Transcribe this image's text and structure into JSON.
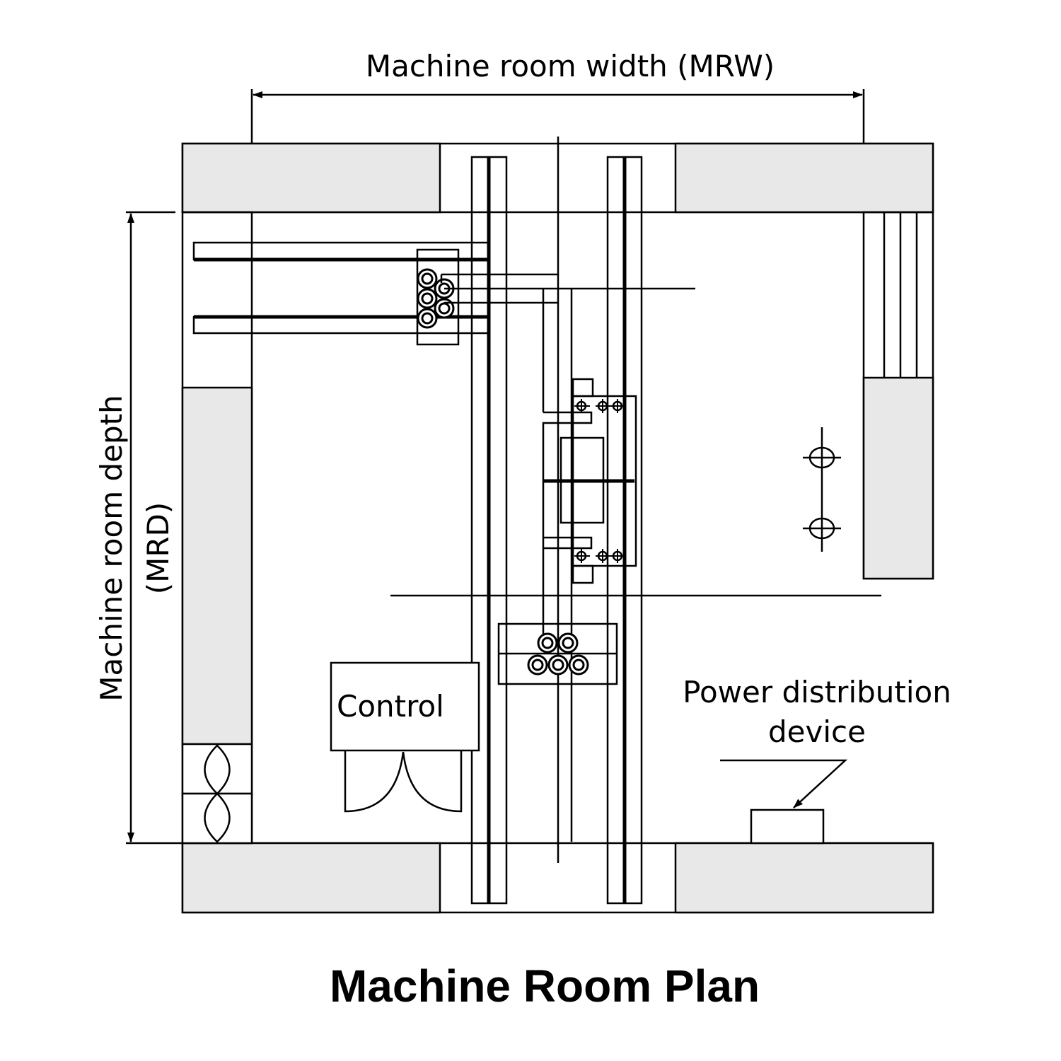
{
  "title": "Machine Room Plan",
  "dimensions": {
    "width_label": "Machine room width (MRW)",
    "depth_label_line1": "Machine room depth",
    "depth_label_line2": "(MRD)"
  },
  "components": {
    "control_label": "Control",
    "power_device_label_line1": "Power distribution",
    "power_device_label_line2": "device"
  },
  "colors": {
    "wall_fill": "#e8e8e8",
    "line": "#000000",
    "background": "#ffffff"
  }
}
